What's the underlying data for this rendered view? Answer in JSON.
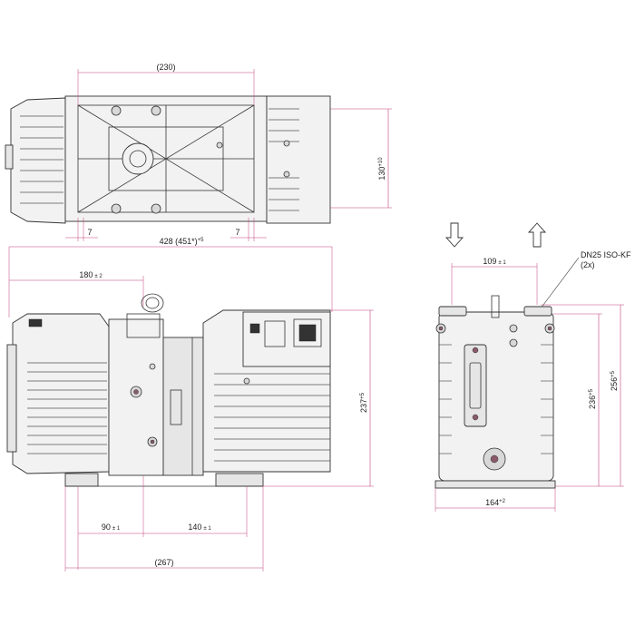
{
  "colors": {
    "dimension_line": "#c0407a",
    "outline": "#333333",
    "body_fill": "#f2f2f2"
  },
  "top_view": {
    "dim_width_top": "(230)",
    "dim_height_right": "130",
    "dim_height_right_tol": "+10",
    "dim_offset_left": "7",
    "dim_offset_right": "7"
  },
  "side_view": {
    "dim_overall_length": "428 (451*)",
    "dim_overall_length_tol": "+5",
    "dim_inlet_pos": "180",
    "dim_inlet_pos_tol": "± 2",
    "dim_height": "237",
    "dim_height_tol": "+5",
    "dim_foot_left": "90",
    "dim_foot_left_tol": "± 1",
    "dim_foot_right": "140",
    "dim_foot_right_tol": "± 1",
    "dim_foot_span": "(267)"
  },
  "end_view": {
    "flange_note_line1": "DN25 ISO-KF",
    "flange_note_line2": "(2x)",
    "dim_flange_spacing": "109",
    "dim_flange_spacing_tol": "± 1",
    "dim_width": "164",
    "dim_width_tol": "+2",
    "dim_height_inner": "236",
    "dim_height_inner_tol": "+5",
    "dim_height_outer": "256",
    "dim_height_outer_tol": "+5",
    "arrow_inlet_icon": "arrow-down-icon",
    "arrow_outlet_icon": "arrow-up-icon"
  }
}
